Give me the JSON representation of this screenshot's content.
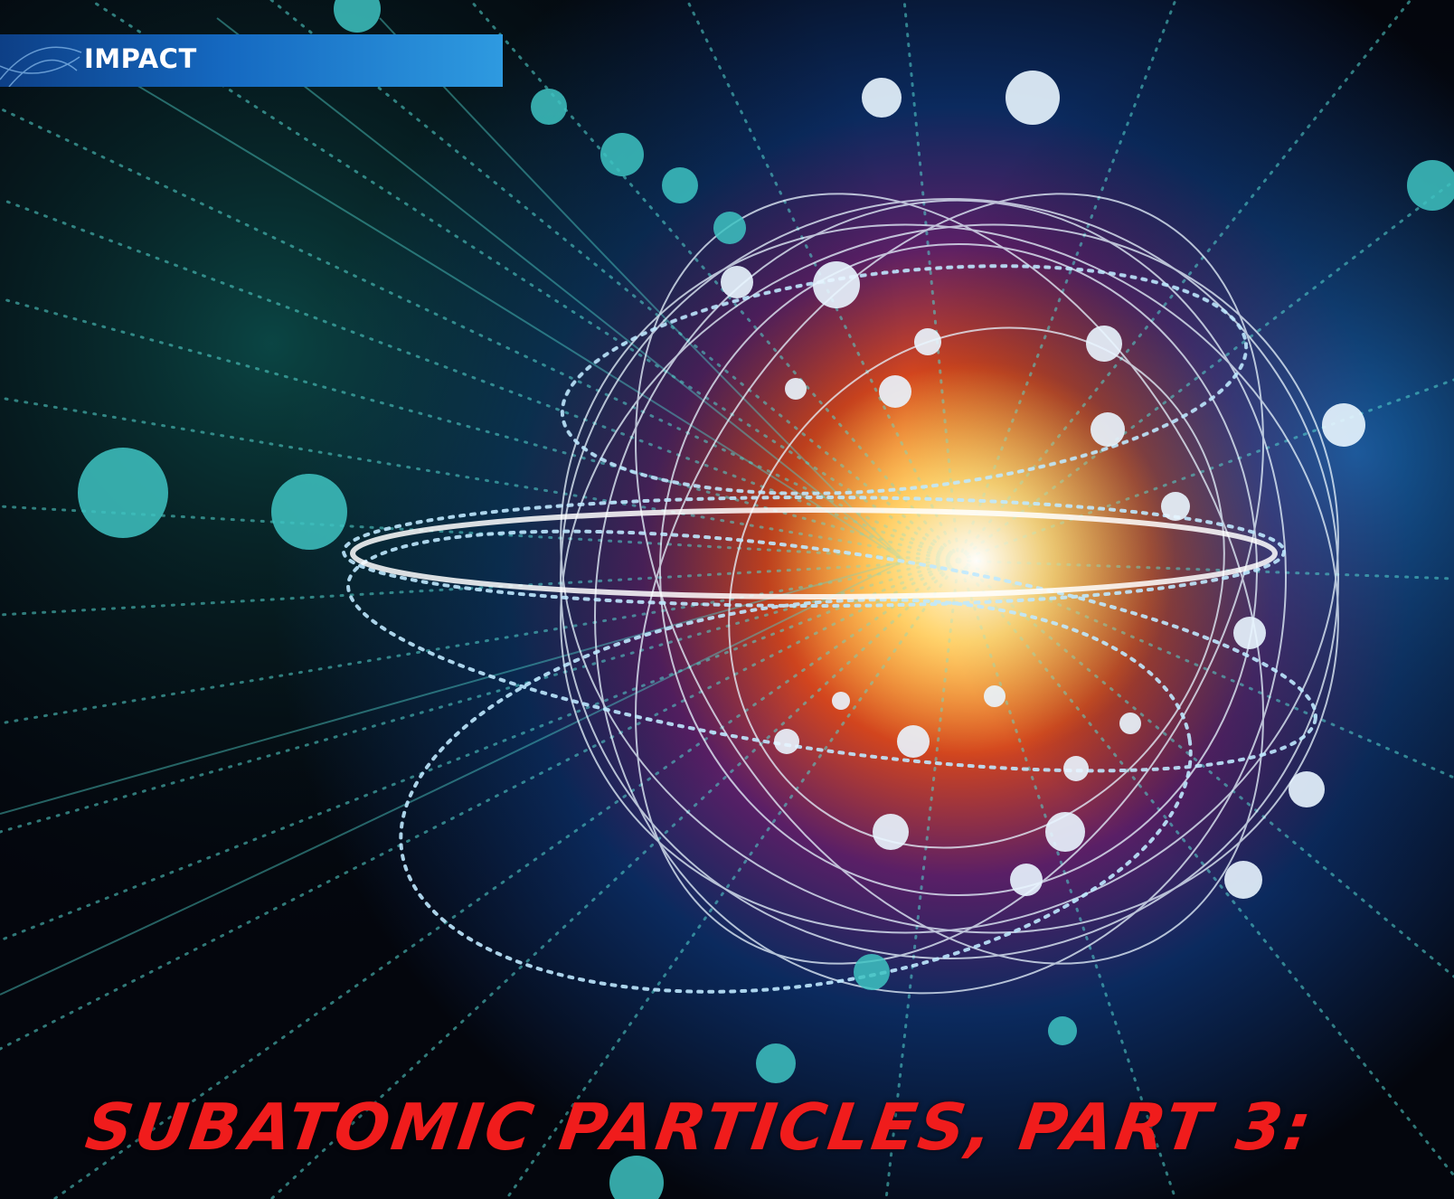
{
  "section": {
    "label": "IMPACT"
  },
  "article": {
    "headline": "SUBATOMIC PARTICLES, PART 3:"
  },
  "colors": {
    "banner_start": "#0d3f86",
    "banner_end": "#2e9ae0",
    "headline": "#f01c1c",
    "background": "#04060d"
  },
  "illustration": {
    "subject": "atom-orbitals-illustration"
  }
}
